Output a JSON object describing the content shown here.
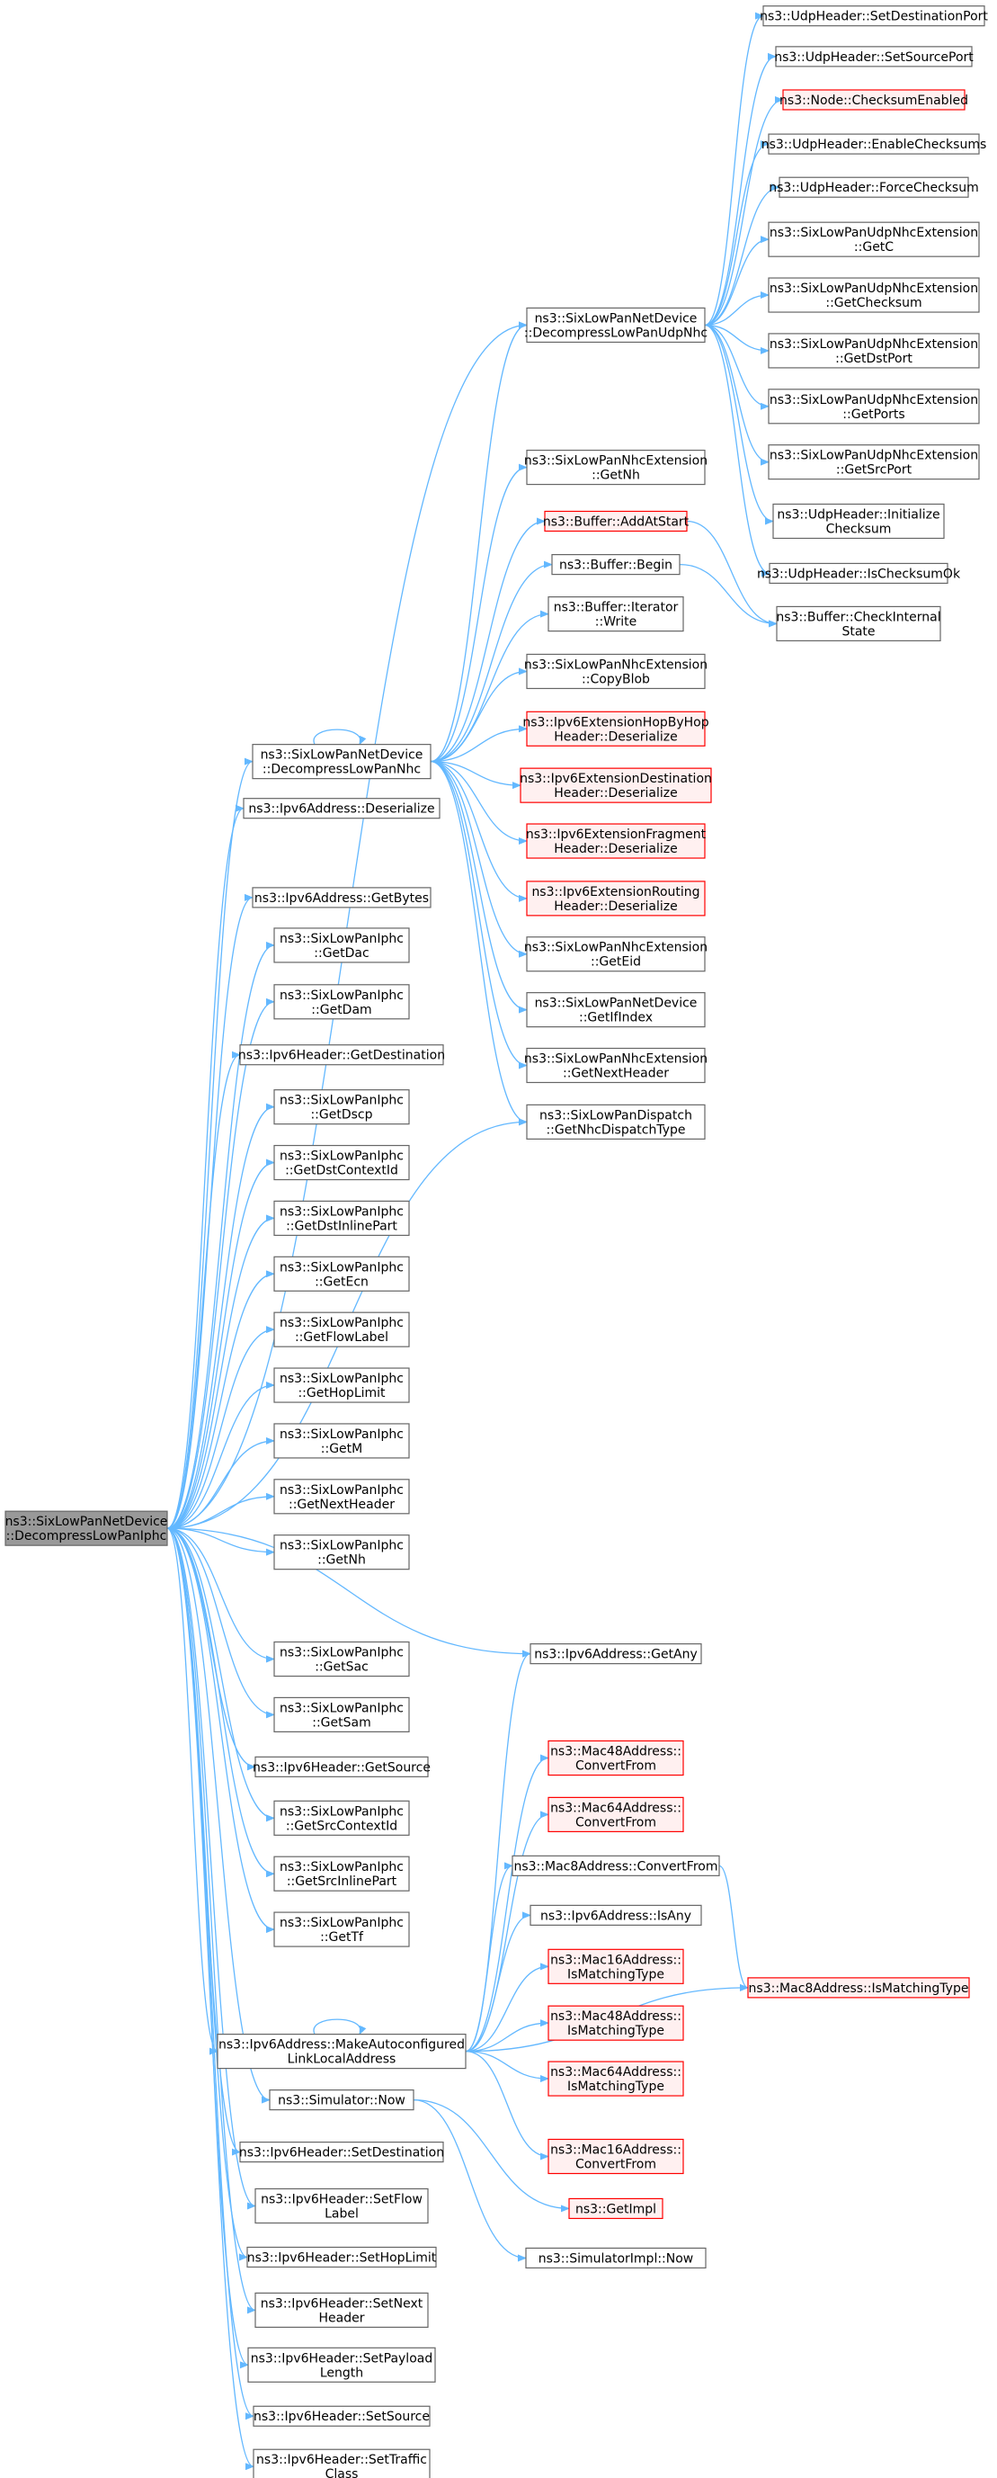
{
  "graph": {
    "root": "root",
    "colors": {
      "edge": "#63b8ff",
      "node_fill": "#ffffff",
      "node_stroke": "#666666",
      "root_fill": "#999999",
      "root_stroke": "#666666",
      "truncated_fill": "#fff0f0",
      "truncated_stroke": "#ff0000"
    },
    "nodes": [
      {
        "id": "root",
        "lines": [
          "ns3::SixLowPanNetDevice",
          "::DecompressLowPanIphc"
        ],
        "style": "root"
      },
      {
        "id": "udpnhc",
        "lines": [
          "ns3::SixLowPanNetDevice",
          "::DecompressLowPanUdpNhc"
        ],
        "style": "normal"
      },
      {
        "id": "udp_setdst",
        "lines": [
          "ns3::UdpHeader::SetDestinationPort"
        ],
        "style": "normal"
      },
      {
        "id": "udp_setsrc",
        "lines": [
          "ns3::UdpHeader::SetSourcePort"
        ],
        "style": "normal"
      },
      {
        "id": "node_cks",
        "lines": [
          "ns3::Node::ChecksumEnabled"
        ],
        "style": "truncated"
      },
      {
        "id": "udp_enable",
        "lines": [
          "ns3::UdpHeader::EnableChecksums"
        ],
        "style": "normal"
      },
      {
        "id": "udp_force",
        "lines": [
          "ns3::UdpHeader::ForceChecksum"
        ],
        "style": "normal"
      },
      {
        "id": "ext_getc",
        "lines": [
          "ns3::SixLowPanUdpNhcExtension",
          "::GetC"
        ],
        "style": "normal"
      },
      {
        "id": "ext_getcks",
        "lines": [
          "ns3::SixLowPanUdpNhcExtension",
          "::GetChecksum"
        ],
        "style": "normal"
      },
      {
        "id": "ext_getdst",
        "lines": [
          "ns3::SixLowPanUdpNhcExtension",
          "::GetDstPort"
        ],
        "style": "normal"
      },
      {
        "id": "ext_getports",
        "lines": [
          "ns3::SixLowPanUdpNhcExtension",
          "::GetPorts"
        ],
        "style": "normal"
      },
      {
        "id": "ext_getsrc",
        "lines": [
          "ns3::SixLowPanUdpNhcExtension",
          "::GetSrcPort"
        ],
        "style": "normal"
      },
      {
        "id": "udp_init",
        "lines": [
          "ns3::UdpHeader::Initialize",
          "Checksum"
        ],
        "style": "normal"
      },
      {
        "id": "udp_isok",
        "lines": [
          "ns3::UdpHeader::IsChecksumOk"
        ],
        "style": "normal"
      },
      {
        "id": "buf_check",
        "lines": [
          "ns3::Buffer::CheckInternal",
          "State"
        ],
        "style": "normal"
      },
      {
        "id": "nhc_getnh",
        "lines": [
          "ns3::SixLowPanNhcExtension",
          "::GetNh"
        ],
        "style": "normal"
      },
      {
        "id": "buf_addatstart",
        "lines": [
          "ns3::Buffer::AddAtStart"
        ],
        "style": "truncated"
      },
      {
        "id": "buf_begin",
        "lines": [
          "ns3::Buffer::Begin"
        ],
        "style": "normal"
      },
      {
        "id": "buf_write",
        "lines": [
          "ns3::Buffer::Iterator",
          "::Write"
        ],
        "style": "normal"
      },
      {
        "id": "nhc_copyblob",
        "lines": [
          "ns3::SixLowPanNhcExtension",
          "::CopyBlob"
        ],
        "style": "normal"
      },
      {
        "id": "hbh_deser",
        "lines": [
          "ns3::Ipv6ExtensionHopByHop",
          "Header::Deserialize"
        ],
        "style": "truncated"
      },
      {
        "id": "dest_deser",
        "lines": [
          "ns3::Ipv6ExtensionDestination",
          "Header::Deserialize"
        ],
        "style": "truncated"
      },
      {
        "id": "frag_deser",
        "lines": [
          "ns3::Ipv6ExtensionFragment",
          "Header::Deserialize"
        ],
        "style": "truncated"
      },
      {
        "id": "rout_deser",
        "lines": [
          "ns3::Ipv6ExtensionRouting",
          "Header::Deserialize"
        ],
        "style": "truncated"
      },
      {
        "id": "nhc_geteid",
        "lines": [
          "ns3::SixLowPanNhcExtension",
          "::GetEid"
        ],
        "style": "normal"
      },
      {
        "id": "nd_getifindex",
        "lines": [
          "ns3::SixLowPanNetDevice",
          "::GetIfIndex"
        ],
        "style": "normal"
      },
      {
        "id": "nhc_getnext",
        "lines": [
          "ns3::SixLowPanNhcExtension",
          "::GetNextHeader"
        ],
        "style": "normal"
      },
      {
        "id": "disp_getnhc",
        "lines": [
          "ns3::SixLowPanDispatch",
          "::GetNhcDispatchType"
        ],
        "style": "normal"
      },
      {
        "id": "lowpannhc",
        "lines": [
          "ns3::SixLowPanNetDevice",
          "::DecompressLowPanNhc"
        ],
        "style": "normal"
      },
      {
        "id": "ipv6_deser",
        "lines": [
          "ns3::Ipv6Address::Deserialize"
        ],
        "style": "normal"
      },
      {
        "id": "ipv6_getbytes",
        "lines": [
          "ns3::Ipv6Address::GetBytes"
        ],
        "style": "normal"
      },
      {
        "id": "iphc_getdac",
        "lines": [
          "ns3::SixLowPanIphc",
          "::GetDac"
        ],
        "style": "normal"
      },
      {
        "id": "iphc_getdam",
        "lines": [
          "ns3::SixLowPanIphc",
          "::GetDam"
        ],
        "style": "normal"
      },
      {
        "id": "hdr_getdest",
        "lines": [
          "ns3::Ipv6Header::GetDestination"
        ],
        "style": "normal"
      },
      {
        "id": "iphc_getdscp",
        "lines": [
          "ns3::SixLowPanIphc",
          "::GetDscp"
        ],
        "style": "normal"
      },
      {
        "id": "iphc_getdstctx",
        "lines": [
          "ns3::SixLowPanIphc",
          "::GetDstContextId"
        ],
        "style": "normal"
      },
      {
        "id": "iphc_getdstinl",
        "lines": [
          "ns3::SixLowPanIphc",
          "::GetDstInlinePart"
        ],
        "style": "normal"
      },
      {
        "id": "iphc_getecn",
        "lines": [
          "ns3::SixLowPanIphc",
          "::GetEcn"
        ],
        "style": "normal"
      },
      {
        "id": "iphc_getflow",
        "lines": [
          "ns3::SixLowPanIphc",
          "::GetFlowLabel"
        ],
        "style": "normal"
      },
      {
        "id": "iphc_gethop",
        "lines": [
          "ns3::SixLowPanIphc",
          "::GetHopLimit"
        ],
        "style": "normal"
      },
      {
        "id": "iphc_getm",
        "lines": [
          "ns3::SixLowPanIphc",
          "::GetM"
        ],
        "style": "normal"
      },
      {
        "id": "iphc_getnext",
        "lines": [
          "ns3::SixLowPanIphc",
          "::GetNextHeader"
        ],
        "style": "normal"
      },
      {
        "id": "iphc_getnh",
        "lines": [
          "ns3::SixLowPanIphc",
          "::GetNh"
        ],
        "style": "normal"
      },
      {
        "id": "iphc_getsac",
        "lines": [
          "ns3::SixLowPanIphc",
          "::GetSac"
        ],
        "style": "normal"
      },
      {
        "id": "iphc_getsam",
        "lines": [
          "ns3::SixLowPanIphc",
          "::GetSam"
        ],
        "style": "normal"
      },
      {
        "id": "hdr_getsrc",
        "lines": [
          "ns3::Ipv6Header::GetSource"
        ],
        "style": "normal"
      },
      {
        "id": "iphc_getsrcctx",
        "lines": [
          "ns3::SixLowPanIphc",
          "::GetSrcContextId"
        ],
        "style": "normal"
      },
      {
        "id": "iphc_getsrcinl",
        "lines": [
          "ns3::SixLowPanIphc",
          "::GetSrcInlinePart"
        ],
        "style": "normal"
      },
      {
        "id": "iphc_gettf",
        "lines": [
          "ns3::SixLowPanIphc",
          "::GetTf"
        ],
        "style": "normal"
      },
      {
        "id": "makeauto",
        "lines": [
          "ns3::Ipv6Address::MakeAutoconfigured",
          "LinkLocalAddress"
        ],
        "style": "normal"
      },
      {
        "id": "sim_now",
        "lines": [
          "ns3::Simulator::Now"
        ],
        "style": "normal"
      },
      {
        "id": "hdr_setdest",
        "lines": [
          "ns3::Ipv6Header::SetDestination"
        ],
        "style": "normal"
      },
      {
        "id": "hdr_setflow",
        "lines": [
          "ns3::Ipv6Header::SetFlow",
          "Label"
        ],
        "style": "normal"
      },
      {
        "id": "hdr_sethop",
        "lines": [
          "ns3::Ipv6Header::SetHopLimit"
        ],
        "style": "normal"
      },
      {
        "id": "hdr_setnext",
        "lines": [
          "ns3::Ipv6Header::SetNext",
          "Header"
        ],
        "style": "normal"
      },
      {
        "id": "hdr_setpayload",
        "lines": [
          "ns3::Ipv6Header::SetPayload",
          "Length"
        ],
        "style": "normal"
      },
      {
        "id": "hdr_setsrc",
        "lines": [
          "ns3::Ipv6Header::SetSource"
        ],
        "style": "normal"
      },
      {
        "id": "hdr_settraffic",
        "lines": [
          "ns3::Ipv6Header::SetTraffic",
          "Class"
        ],
        "style": "normal"
      },
      {
        "id": "ipv6_getany",
        "lines": [
          "ns3::Ipv6Address::GetAny"
        ],
        "style": "normal"
      },
      {
        "id": "mac48_conv",
        "lines": [
          "ns3::Mac48Address::",
          "ConvertFrom"
        ],
        "style": "truncated"
      },
      {
        "id": "mac64_conv",
        "lines": [
          "ns3::Mac64Address::",
          "ConvertFrom"
        ],
        "style": "truncated"
      },
      {
        "id": "mac8_conv",
        "lines": [
          "ns3::Mac8Address::ConvertFrom"
        ],
        "style": "normal"
      },
      {
        "id": "ipv6_isany",
        "lines": [
          "ns3::Ipv6Address::IsAny"
        ],
        "style": "normal"
      },
      {
        "id": "mac16_ismatch",
        "lines": [
          "ns3::Mac16Address::",
          "IsMatchingType"
        ],
        "style": "truncated"
      },
      {
        "id": "mac48_ismatch",
        "lines": [
          "ns3::Mac48Address::",
          "IsMatchingType"
        ],
        "style": "truncated"
      },
      {
        "id": "mac64_ismatch",
        "lines": [
          "ns3::Mac64Address::",
          "IsMatchingType"
        ],
        "style": "truncated"
      },
      {
        "id": "mac8_ismatch",
        "lines": [
          "ns3::Mac8Address::IsMatchingType"
        ],
        "style": "truncated"
      },
      {
        "id": "mac16_conv",
        "lines": [
          "ns3::Mac16Address::",
          "ConvertFrom"
        ],
        "style": "truncated"
      },
      {
        "id": "getimpl",
        "lines": [
          "ns3::GetImpl"
        ],
        "style": "truncated"
      },
      {
        "id": "simimpl_now",
        "lines": [
          "ns3::SimulatorImpl::Now"
        ],
        "style": "normal"
      }
    ],
    "edges": [
      [
        "root",
        "udpnhc"
      ],
      [
        "root",
        "lowpannhc"
      ],
      [
        "root",
        "ipv6_deser"
      ],
      [
        "root",
        "disp_getnhc"
      ],
      [
        "root",
        "ipv6_getbytes"
      ],
      [
        "root",
        "iphc_getdac"
      ],
      [
        "root",
        "iphc_getdam"
      ],
      [
        "root",
        "hdr_getdest"
      ],
      [
        "root",
        "iphc_getdscp"
      ],
      [
        "root",
        "iphc_getdstctx"
      ],
      [
        "root",
        "iphc_getdstinl"
      ],
      [
        "root",
        "iphc_getecn"
      ],
      [
        "root",
        "iphc_getflow"
      ],
      [
        "root",
        "iphc_gethop"
      ],
      [
        "root",
        "iphc_getm"
      ],
      [
        "root",
        "iphc_getnext"
      ],
      [
        "root",
        "iphc_getnh"
      ],
      [
        "root",
        "ipv6_getany"
      ],
      [
        "root",
        "iphc_getsac"
      ],
      [
        "root",
        "iphc_getsam"
      ],
      [
        "root",
        "hdr_getsrc"
      ],
      [
        "root",
        "iphc_getsrcctx"
      ],
      [
        "root",
        "iphc_getsrcinl"
      ],
      [
        "root",
        "iphc_gettf"
      ],
      [
        "root",
        "makeauto"
      ],
      [
        "root",
        "sim_now"
      ],
      [
        "root",
        "hdr_setdest"
      ],
      [
        "root",
        "hdr_setflow"
      ],
      [
        "root",
        "hdr_sethop"
      ],
      [
        "root",
        "hdr_setnext"
      ],
      [
        "root",
        "hdr_setpayload"
      ],
      [
        "root",
        "hdr_setsrc"
      ],
      [
        "root",
        "hdr_settraffic"
      ],
      [
        "udpnhc",
        "udp_setdst"
      ],
      [
        "udpnhc",
        "udp_setsrc"
      ],
      [
        "udpnhc",
        "node_cks"
      ],
      [
        "udpnhc",
        "udp_enable"
      ],
      [
        "udpnhc",
        "udp_force"
      ],
      [
        "udpnhc",
        "ext_getc"
      ],
      [
        "udpnhc",
        "ext_getcks"
      ],
      [
        "udpnhc",
        "ext_getdst"
      ],
      [
        "udpnhc",
        "ext_getports"
      ],
      [
        "udpnhc",
        "ext_getsrc"
      ],
      [
        "udpnhc",
        "udp_init"
      ],
      [
        "udpnhc",
        "udp_isok"
      ],
      [
        "lowpannhc",
        "udpnhc"
      ],
      [
        "lowpannhc",
        "nhc_getnh"
      ],
      [
        "lowpannhc",
        "buf_addatstart"
      ],
      [
        "lowpannhc",
        "buf_begin"
      ],
      [
        "lowpannhc",
        "buf_write"
      ],
      [
        "lowpannhc",
        "nhc_copyblob"
      ],
      [
        "lowpannhc",
        "hbh_deser"
      ],
      [
        "lowpannhc",
        "dest_deser"
      ],
      [
        "lowpannhc",
        "frag_deser"
      ],
      [
        "lowpannhc",
        "rout_deser"
      ],
      [
        "lowpannhc",
        "nhc_geteid"
      ],
      [
        "lowpannhc",
        "nd_getifindex"
      ],
      [
        "lowpannhc",
        "nhc_getnext"
      ],
      [
        "lowpannhc",
        "disp_getnhc"
      ],
      [
        "buf_addatstart",
        "buf_check"
      ],
      [
        "buf_begin",
        "buf_check"
      ],
      [
        "makeauto",
        "ipv6_getany"
      ],
      [
        "makeauto",
        "mac48_conv"
      ],
      [
        "makeauto",
        "mac64_conv"
      ],
      [
        "makeauto",
        "mac8_conv"
      ],
      [
        "makeauto",
        "ipv6_isany"
      ],
      [
        "makeauto",
        "mac16_ismatch"
      ],
      [
        "makeauto",
        "mac48_ismatch"
      ],
      [
        "makeauto",
        "mac64_ismatch"
      ],
      [
        "makeauto",
        "mac8_ismatch"
      ],
      [
        "makeauto",
        "mac16_conv"
      ],
      [
        "mac8_conv",
        "mac8_ismatch"
      ],
      [
        "sim_now",
        "getimpl"
      ],
      [
        "sim_now",
        "simimpl_now"
      ]
    ],
    "self_loops": [
      "lowpannhc",
      "makeauto"
    ]
  }
}
